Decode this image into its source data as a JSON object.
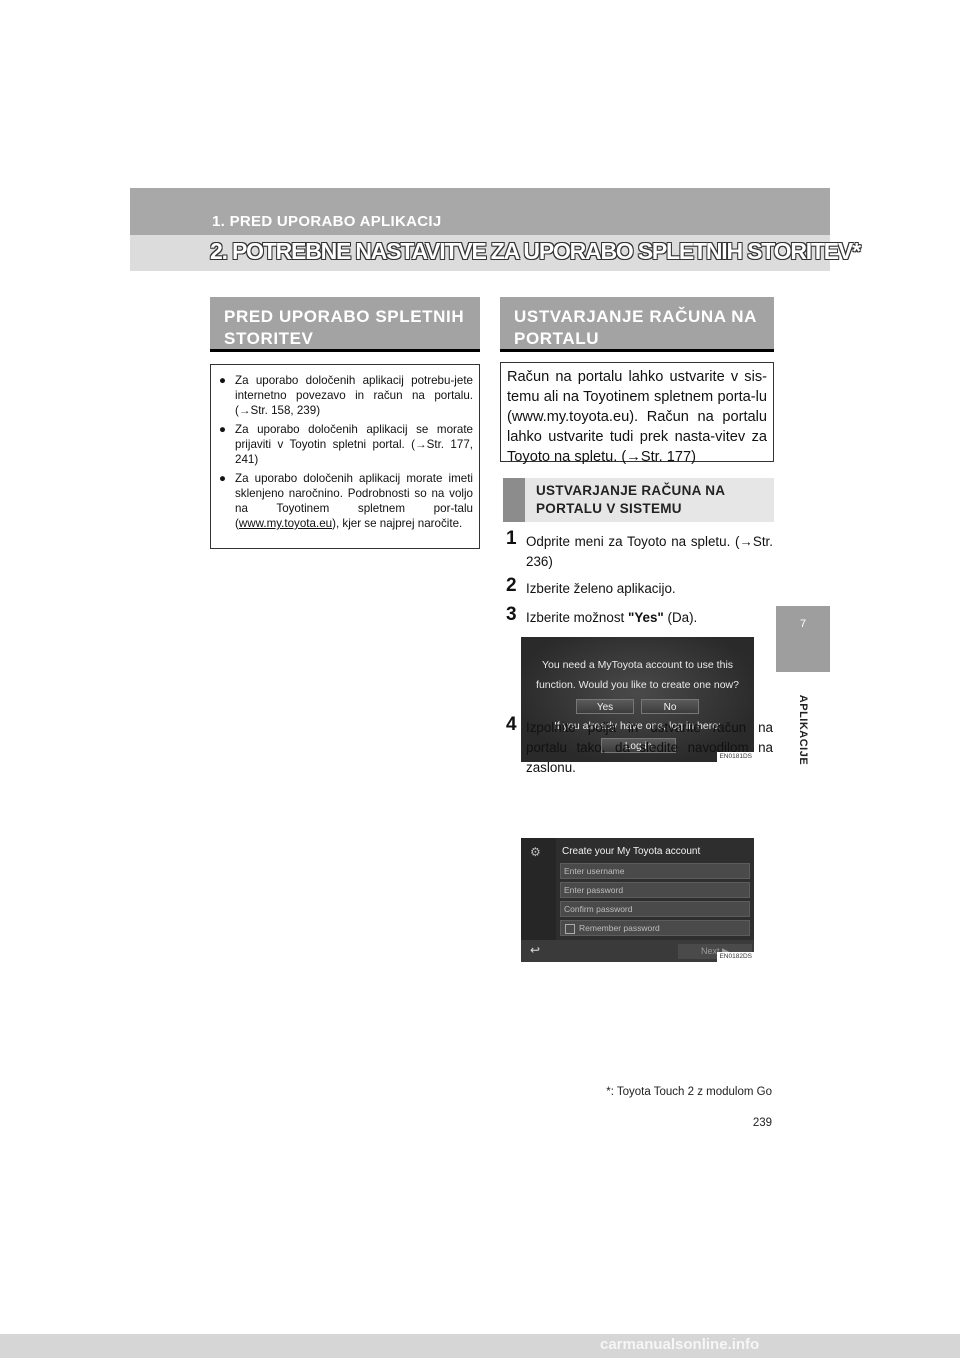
{
  "header": {
    "section": "1. PRED UPORABO APLIKACIJ",
    "title": "2. POTREBNE NASTAVITVE ZA UPORABO SPLETNIH STORITEV*"
  },
  "side_tab": {
    "number": "7",
    "label": "APLIKACIJE"
  },
  "left": {
    "heading_line1": "PRED UPORABO SPLETNIH",
    "heading_line2": "STORITEV",
    "bullets": [
      "Za uporabo določenih aplikacij potrebu-jete internetno povezavo in račun na portalu. (→Str. 158, 239)",
      "Za uporabo določenih aplikacij se morate prijaviti v Toyotin spletni portal. (→Str. 177, 241)"
    ],
    "bullet3_before": "Za uporabo določenih aplikacij morate imeti sklenjeno naročnino. Podrobnosti so na voljo na Toyotinem spletnem por-talu (",
    "bullet3_link": "www.my.toyota.eu",
    "bullet3_after": "), kjer se najprej naročite."
  },
  "right": {
    "heading_line1": "USTVARJANJE RAČUNA NA",
    "heading_line2": "PORTALU",
    "intro": "Račun na portalu lahko ustvarite v sis-temu ali na Toyotinem spletnem porta-lu (www.my.toyota.eu). Račun na portalu lahko ustvarite tudi prek nasta-vitev za Toyoto na spletu. (→Str. 177)",
    "sub_line1": "USTVARJANJE RAČUNA NA",
    "sub_line2": "PORTALU V SISTEMU",
    "steps": [
      {
        "n": "1",
        "text": "Odprite meni za Toyoto na spletu. (→Str. 236)"
      },
      {
        "n": "2",
        "text": "Izberite želeno aplikacijo."
      },
      {
        "n": "3",
        "text_before": "Izberite možnost ",
        "bold": "\"Yes\"",
        "text_after": " (Da)."
      },
      {
        "n": "4",
        "text": "Izpolnite polja in ustvarite račun na portalu tako, da sledite navodilom na zaslonu."
      }
    ]
  },
  "screen1": {
    "line1": "You need a MyToyota account to use this",
    "line2": "function. Would you like to create one now?",
    "yes": "Yes",
    "no": "No",
    "line3": "If you already have one, log in here:",
    "login": "Log in",
    "code": "EN0181DS"
  },
  "screen2": {
    "title": "Create your My Toyota account",
    "username": "Enter username",
    "password": "Enter password",
    "confirm": "Confirm password",
    "remember": "Remember password",
    "next": "Next",
    "code": "EN0182DS"
  },
  "footnote": "*: Toyota Touch 2 z modulom Go",
  "page_number": "239",
  "watermark": "carmanualsonline.info"
}
